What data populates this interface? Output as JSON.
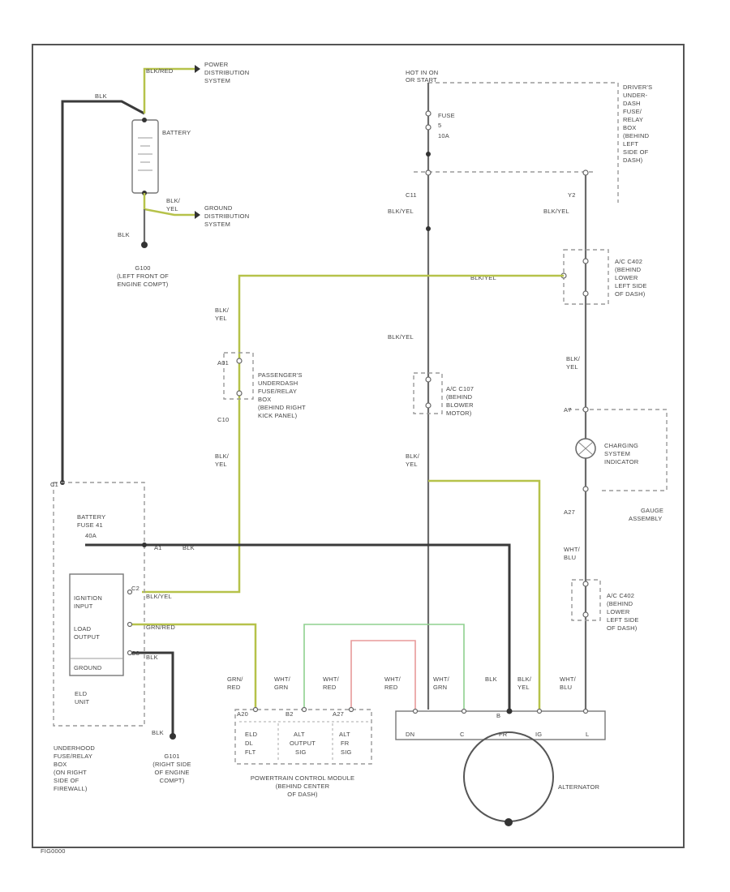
{
  "power_distribution": [
    "POWER",
    "DISTRIBUTION",
    "SYSTEM"
  ],
  "ground_distribution": [
    "GROUND",
    "DISTRIBUTION",
    "SYSTEM"
  ],
  "battery": "BATTERY",
  "wire_blk_top": "BLK",
  "wire_battery_pos": "BLK/RED",
  "wire_battery_neg": [
    "BLK/",
    "YEL"
  ],
  "wire_blk_ground": "BLK",
  "ground_g100": [
    "G100",
    "(LEFT FRONT OF",
    "ENGINE COMPT)"
  ],
  "hot_in_on": [
    "HOT IN ON",
    "OR START"
  ],
  "fuse": [
    "FUSE",
    "5",
    "10A"
  ],
  "drivers_box": [
    "DRIVER'S",
    "UNDER-",
    "DASH",
    "FUSE/",
    "RELAY",
    "BOX",
    "(BEHIND",
    "LEFT",
    "SIDE OF",
    "DASH)"
  ],
  "conn_c11": "C11",
  "conn_y2": "Y2",
  "wire_blk_yel": "BLK/YEL",
  "ac_c402_mid": [
    "A/C C402",
    "(BEHIND",
    "LOWER",
    "LEFT SIDE",
    "OF DASH)"
  ],
  "wire_blk_yel_split": [
    "BLK/",
    "YEL"
  ],
  "passengers_box": [
    "PASSENGER'S",
    "UNDERDASH",
    "FUSE/RELAY",
    "BOX",
    "(BEHIND RIGHT",
    "KICK PANEL)"
  ],
  "conn_a01": "A01",
  "conn_c10": "C10",
  "ac_c107": [
    "A/C C107",
    "(BEHIND",
    "BLOWER",
    "MOTOR)"
  ],
  "charging_indicator": [
    "CHARGING",
    "SYSTEM",
    "INDICATOR"
  ],
  "gauge_assembly": [
    "GAUGE",
    "ASSEMBLY"
  ],
  "conn_a7": "A7",
  "conn_a27": "A27",
  "wire_wht_blu": [
    "WHT/",
    "BLU"
  ],
  "ac_c402_low": [
    "A/C C402",
    "(BEHIND",
    "LOWER",
    "LEFT SIDE",
    "OF DASH)"
  ],
  "battery_fuse": [
    "BATTERY",
    "FUSE 41"
  ],
  "fuse_amp": "40A",
  "elu_conn_a": "A1",
  "elu_labels": [
    "IGNITION",
    "INPUT",
    "LOAD",
    "OUTPUT",
    "GROUND"
  ],
  "elu_unit": [
    "ELD",
    "UNIT"
  ],
  "elu_conn_b": "C1",
  "elu_conn_c": "C2",
  "elu_conn_d": "C3",
  "wire_blk_yel_elu": "BLK/YEL",
  "wire_grn_red_elu": "GRN/RED",
  "wire_blk_elu": "BLK",
  "underhood_box": [
    "UNDERHOOD",
    "FUSE/RELAY",
    "BOX",
    "(ON RIGHT",
    "SIDE OF",
    "FIREWALL)"
  ],
  "ground_g101": [
    "G101",
    "(RIGHT SIDE",
    "OF ENGINE",
    "COMPT)"
  ],
  "pcm_wire_labels": [
    [
      "GRN/",
      "RED"
    ],
    [
      "WHT/",
      "GRN"
    ],
    [
      "WHT/",
      "RED"
    ],
    [
      "WHT/",
      "RED"
    ],
    [
      "WHT/",
      "GRN"
    ],
    [
      "BLK"
    ],
    [
      "BLK/",
      "YEL"
    ],
    [
      "WHT/",
      "BLU"
    ]
  ],
  "pcm_pins": [
    "A20",
    "B2",
    "A27"
  ],
  "pcm_cells": [
    [
      "ELD",
      "DL",
      "FLT"
    ],
    [
      "ALT",
      "OUTPUT",
      "SIG"
    ],
    [
      "ALT",
      "FR",
      "SIG"
    ]
  ],
  "pcm_name": [
    "POWERTRAIN CONTROL MODULE",
    "(BEHIND CENTER",
    "OF DASH)"
  ],
  "alt_conn_top": [
    "",
    "",
    "B",
    "",
    ""
  ],
  "alt_conn_bottom": [
    "DN",
    "C",
    "FR",
    "IG",
    "L"
  ],
  "alternator": "ALTERNATOR",
  "fig_code": "FIG0000"
}
